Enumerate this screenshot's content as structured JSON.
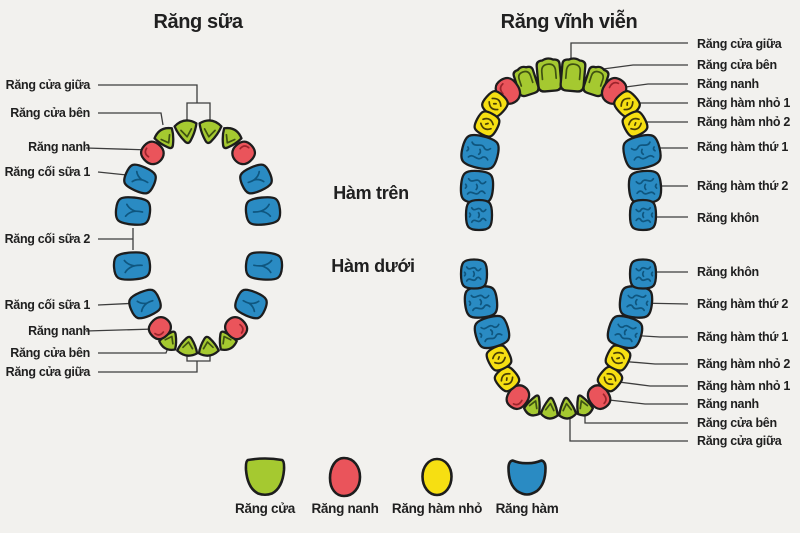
{
  "baby": {
    "title": "Răng sữa",
    "labels": [
      "Răng cửa giữa",
      "Răng cửa bên",
      "Răng nanh",
      "Răng cối sữa 1",
      "Răng cối sữa 2",
      "Răng cối sữa 1",
      "Răng nanh",
      "Răng cửa bên",
      "Răng cửa giữa"
    ]
  },
  "permanent": {
    "title": "Răng vĩnh viễn",
    "labels": [
      "Răng cửa giữa",
      "Răng cửa bên",
      "Răng nanh",
      "Răng hàm nhỏ 1",
      "Răng hàm nhỏ 2",
      "Răng hàm thứ 1",
      "Răng hàm thứ 2",
      "Răng khôn",
      "Răng khôn",
      "Răng hàm thứ 2",
      "Răng hàm thứ 1",
      "Răng hàm nhỏ 2",
      "Răng hàm nhỏ 1",
      "Răng nanh",
      "Răng cửa bên",
      "Răng cửa giữa"
    ]
  },
  "jaw_labels": {
    "upper": "Hàm trên",
    "lower": "Hàm dưới"
  },
  "legend": [
    {
      "label": "Răng cửa",
      "type": "incisor"
    },
    {
      "label": "Răng nanh",
      "type": "canine"
    },
    {
      "label": "Răng hàm nhỏ",
      "type": "premolar"
    },
    {
      "label": "Răng hàm",
      "type": "molar"
    }
  ],
  "colors": {
    "background": "#f2f1ee",
    "text": "#202020",
    "outline": "#1d1d1d",
    "connector": "#3d3d3d",
    "incisor": "#a5c930",
    "canine": "#ea545b",
    "premolar": "#f6df12",
    "molar": "#2a8bc3",
    "incisor_detail": "#3f5212",
    "canine_detail": "#9c242c",
    "premolar_detail": "#4a3f06",
    "molar_detail": "#0f567f"
  }
}
